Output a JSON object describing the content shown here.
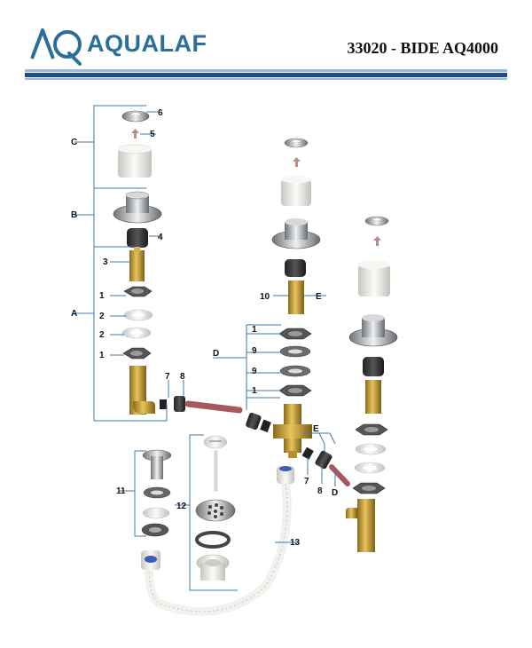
{
  "header": {
    "brand": "AQUALAF",
    "logo_mark": "AQ",
    "title": "33020 - BIDE AQ4000"
  },
  "colors": {
    "brand_blue": "#2a6f9a",
    "band_dark": "#1d4f87",
    "band_light": "#9cb9d8",
    "leader": "#3a78b5",
    "brass": "#c9a33c",
    "chrome": "#b9bcc0",
    "rubber": "#3a3a3a",
    "plastic_white": "#eeeeea",
    "hose_red": "#a5595c"
  },
  "callouts": {
    "n6": "6",
    "n5": "5",
    "n4": "4",
    "n3": "3",
    "n1a": "1",
    "n2a": "2",
    "n2b": "2",
    "n1b": "1",
    "n7a": "7",
    "n8a": "8",
    "n10": "10",
    "n1c": "1",
    "n9a": "9",
    "n9b": "9",
    "n1d": "1",
    "n7b": "7",
    "n8b": "8",
    "n11": "11",
    "n12": "12",
    "n13": "13"
  },
  "groups": {
    "A": "A",
    "B": "B",
    "C": "C",
    "D": "D",
    "D2": "D",
    "E": "E",
    "E2": "E"
  }
}
